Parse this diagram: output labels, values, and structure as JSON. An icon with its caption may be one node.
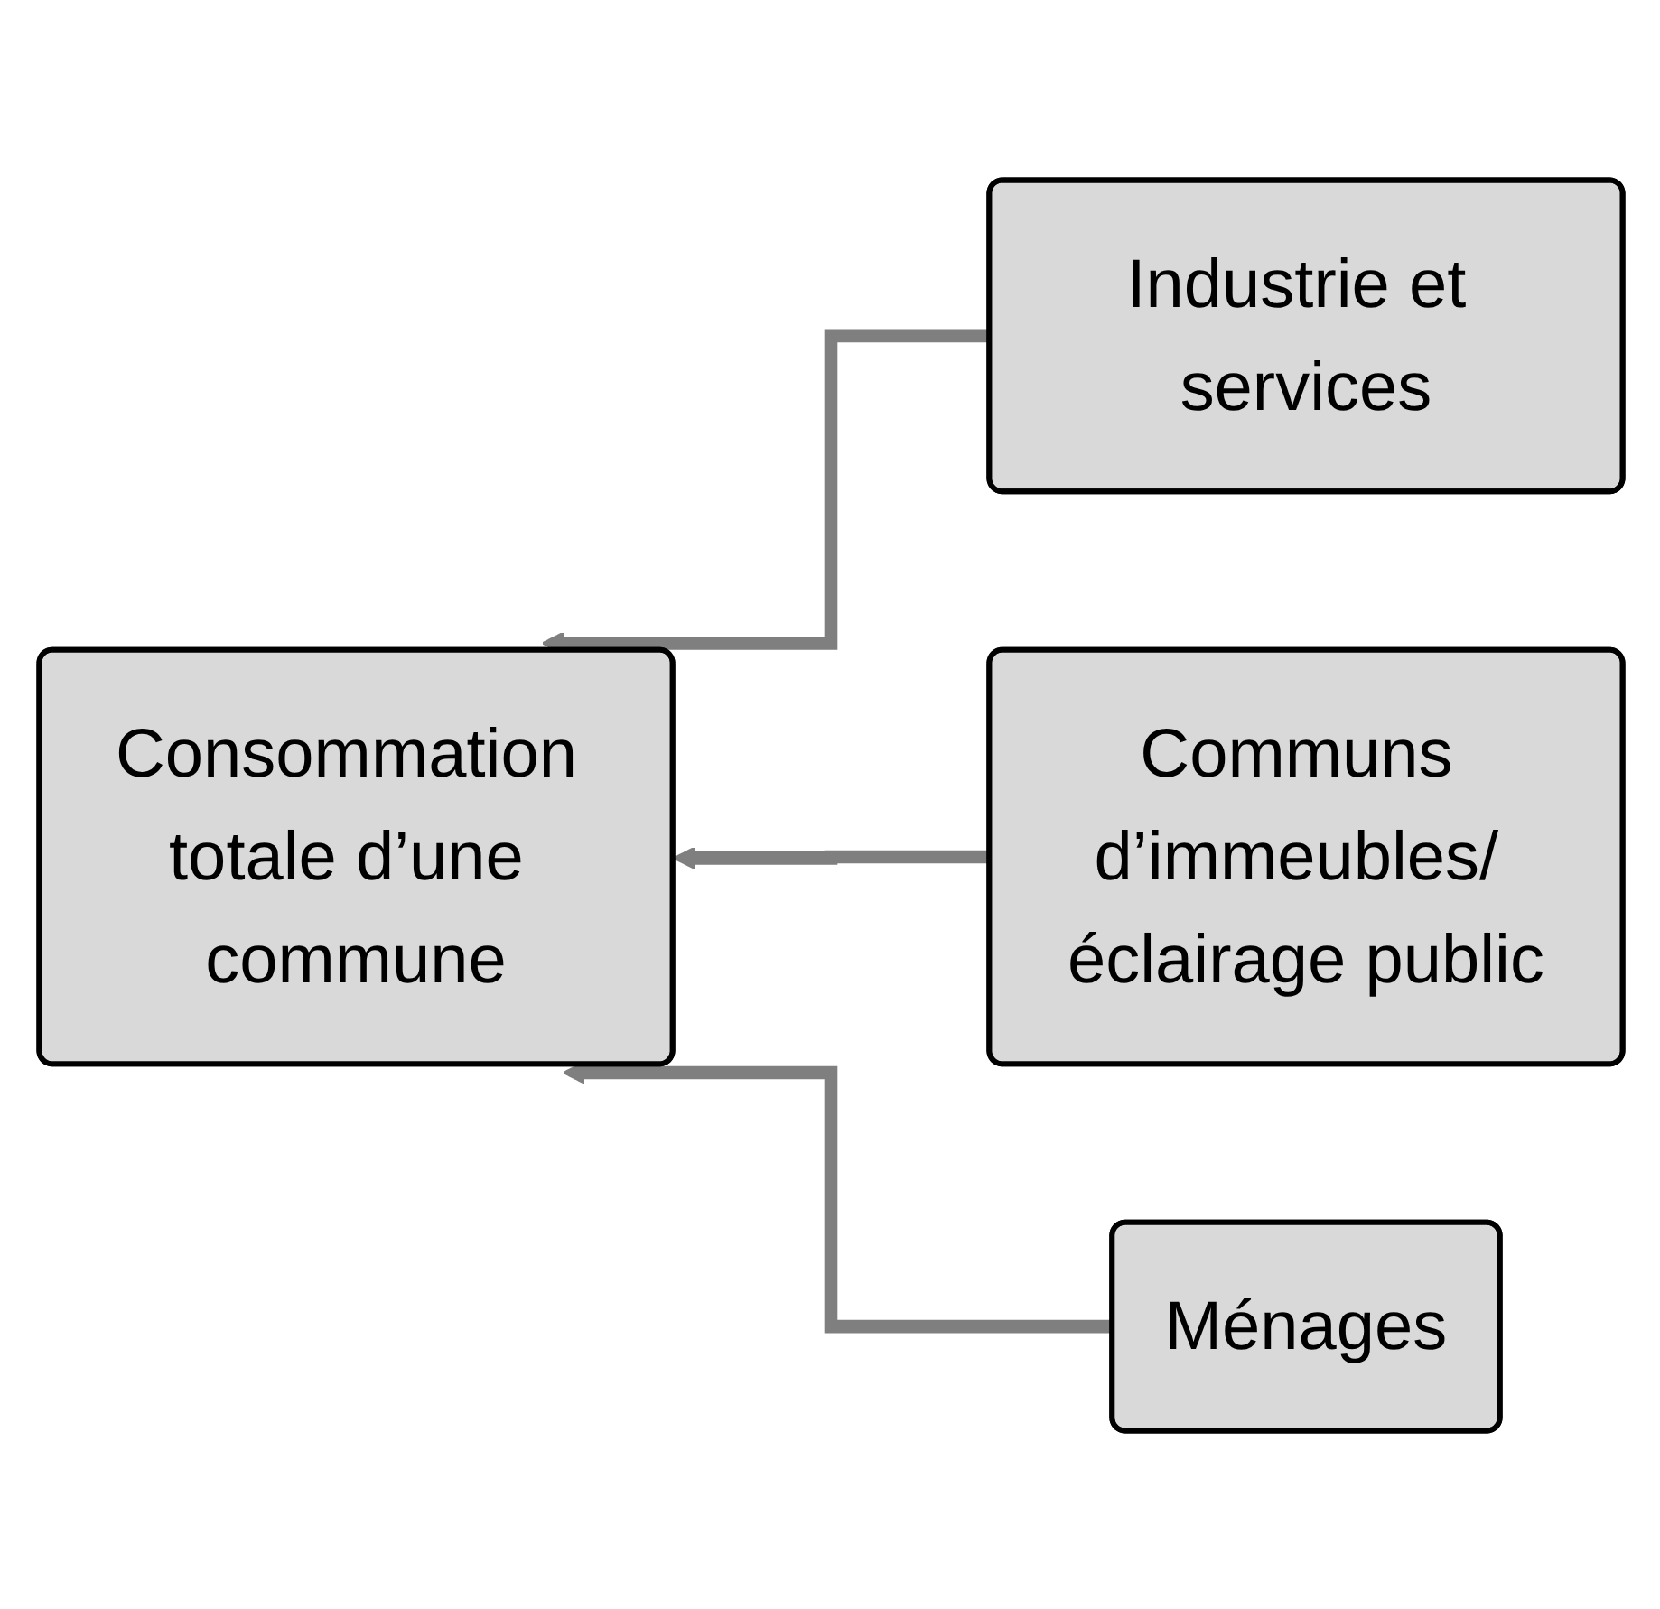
{
  "diagram": {
    "nodes": [
      {
        "text": [
          "Consommation totale d’une commune"
        ]
      },
      {
        "text": [
          "Industrie et services"
        ]
      },
      {
        "text": [
          "Communs d’immeubles/ éclairage public"
        ]
      },
      {
        "text": [
          "Ménages"
        ]
      }
    ],
    "edges": [
      {
        "from": 1,
        "to": 0,
        "arrow": "to"
      },
      {
        "from": 2,
        "to": 0,
        "arrow": "to"
      },
      {
        "from": 3,
        "to": 0,
        "arrow": "to"
      }
    ]
  }
}
